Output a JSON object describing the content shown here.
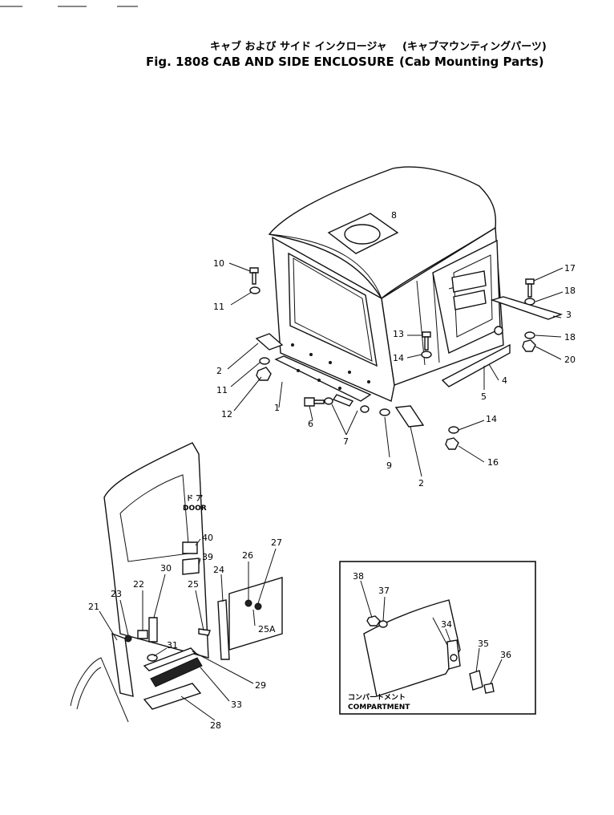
{
  "header": {
    "title_jp": "キャブ および サイド インクロージャ",
    "title_en": "Fig. 1808  CAB AND SIDE ENCLOSURE",
    "subtitle_jp": "(キャブマウンティングパーツ)",
    "subtitle_en": "(Cab Mounting Parts)"
  },
  "labels": {
    "door_jp": "ド ア",
    "door_en": "DOOR",
    "compartment_jp": "コンパートメント",
    "compartment_en": "COMPARTMENT"
  },
  "callouts": [
    {
      "id": "c8",
      "text": "8"
    },
    {
      "id": "c10",
      "text": "10"
    },
    {
      "id": "c11a",
      "text": "11"
    },
    {
      "id": "c2a",
      "text": "2"
    },
    {
      "id": "c11b",
      "text": "11"
    },
    {
      "id": "c12",
      "text": "12"
    },
    {
      "id": "c1",
      "text": "1"
    },
    {
      "id": "c6",
      "text": "6"
    },
    {
      "id": "c7",
      "text": "7"
    },
    {
      "id": "c9",
      "text": "9"
    },
    {
      "id": "c2b",
      "text": "2"
    },
    {
      "id": "c13",
      "text": "13"
    },
    {
      "id": "c14a",
      "text": "14"
    },
    {
      "id": "c17",
      "text": "17"
    },
    {
      "id": "c18a",
      "text": "18"
    },
    {
      "id": "c3",
      "text": "3"
    },
    {
      "id": "c18b",
      "text": "18"
    },
    {
      "id": "c20",
      "text": "20"
    },
    {
      "id": "c4",
      "text": "4"
    },
    {
      "id": "c5",
      "text": "5"
    },
    {
      "id": "c14b",
      "text": "14"
    },
    {
      "id": "c16",
      "text": "16"
    },
    {
      "id": "c40",
      "text": "40"
    },
    {
      "id": "c39",
      "text": "39"
    },
    {
      "id": "c26",
      "text": "26"
    },
    {
      "id": "c27",
      "text": "27"
    },
    {
      "id": "c24",
      "text": "24"
    },
    {
      "id": "c30",
      "text": "30"
    },
    {
      "id": "c22",
      "text": "22"
    },
    {
      "id": "c23",
      "text": "23"
    },
    {
      "id": "c21",
      "text": "21"
    },
    {
      "id": "c25",
      "text": "25"
    },
    {
      "id": "c25A",
      "text": "25A"
    },
    {
      "id": "c31",
      "text": "31"
    },
    {
      "id": "c29",
      "text": "29"
    },
    {
      "id": "c33",
      "text": "33"
    },
    {
      "id": "c28",
      "text": "28"
    },
    {
      "id": "c38",
      "text": "38"
    },
    {
      "id": "c37",
      "text": "37"
    },
    {
      "id": "c34",
      "text": "34"
    },
    {
      "id": "c35",
      "text": "35"
    },
    {
      "id": "c36",
      "text": "36"
    }
  ]
}
